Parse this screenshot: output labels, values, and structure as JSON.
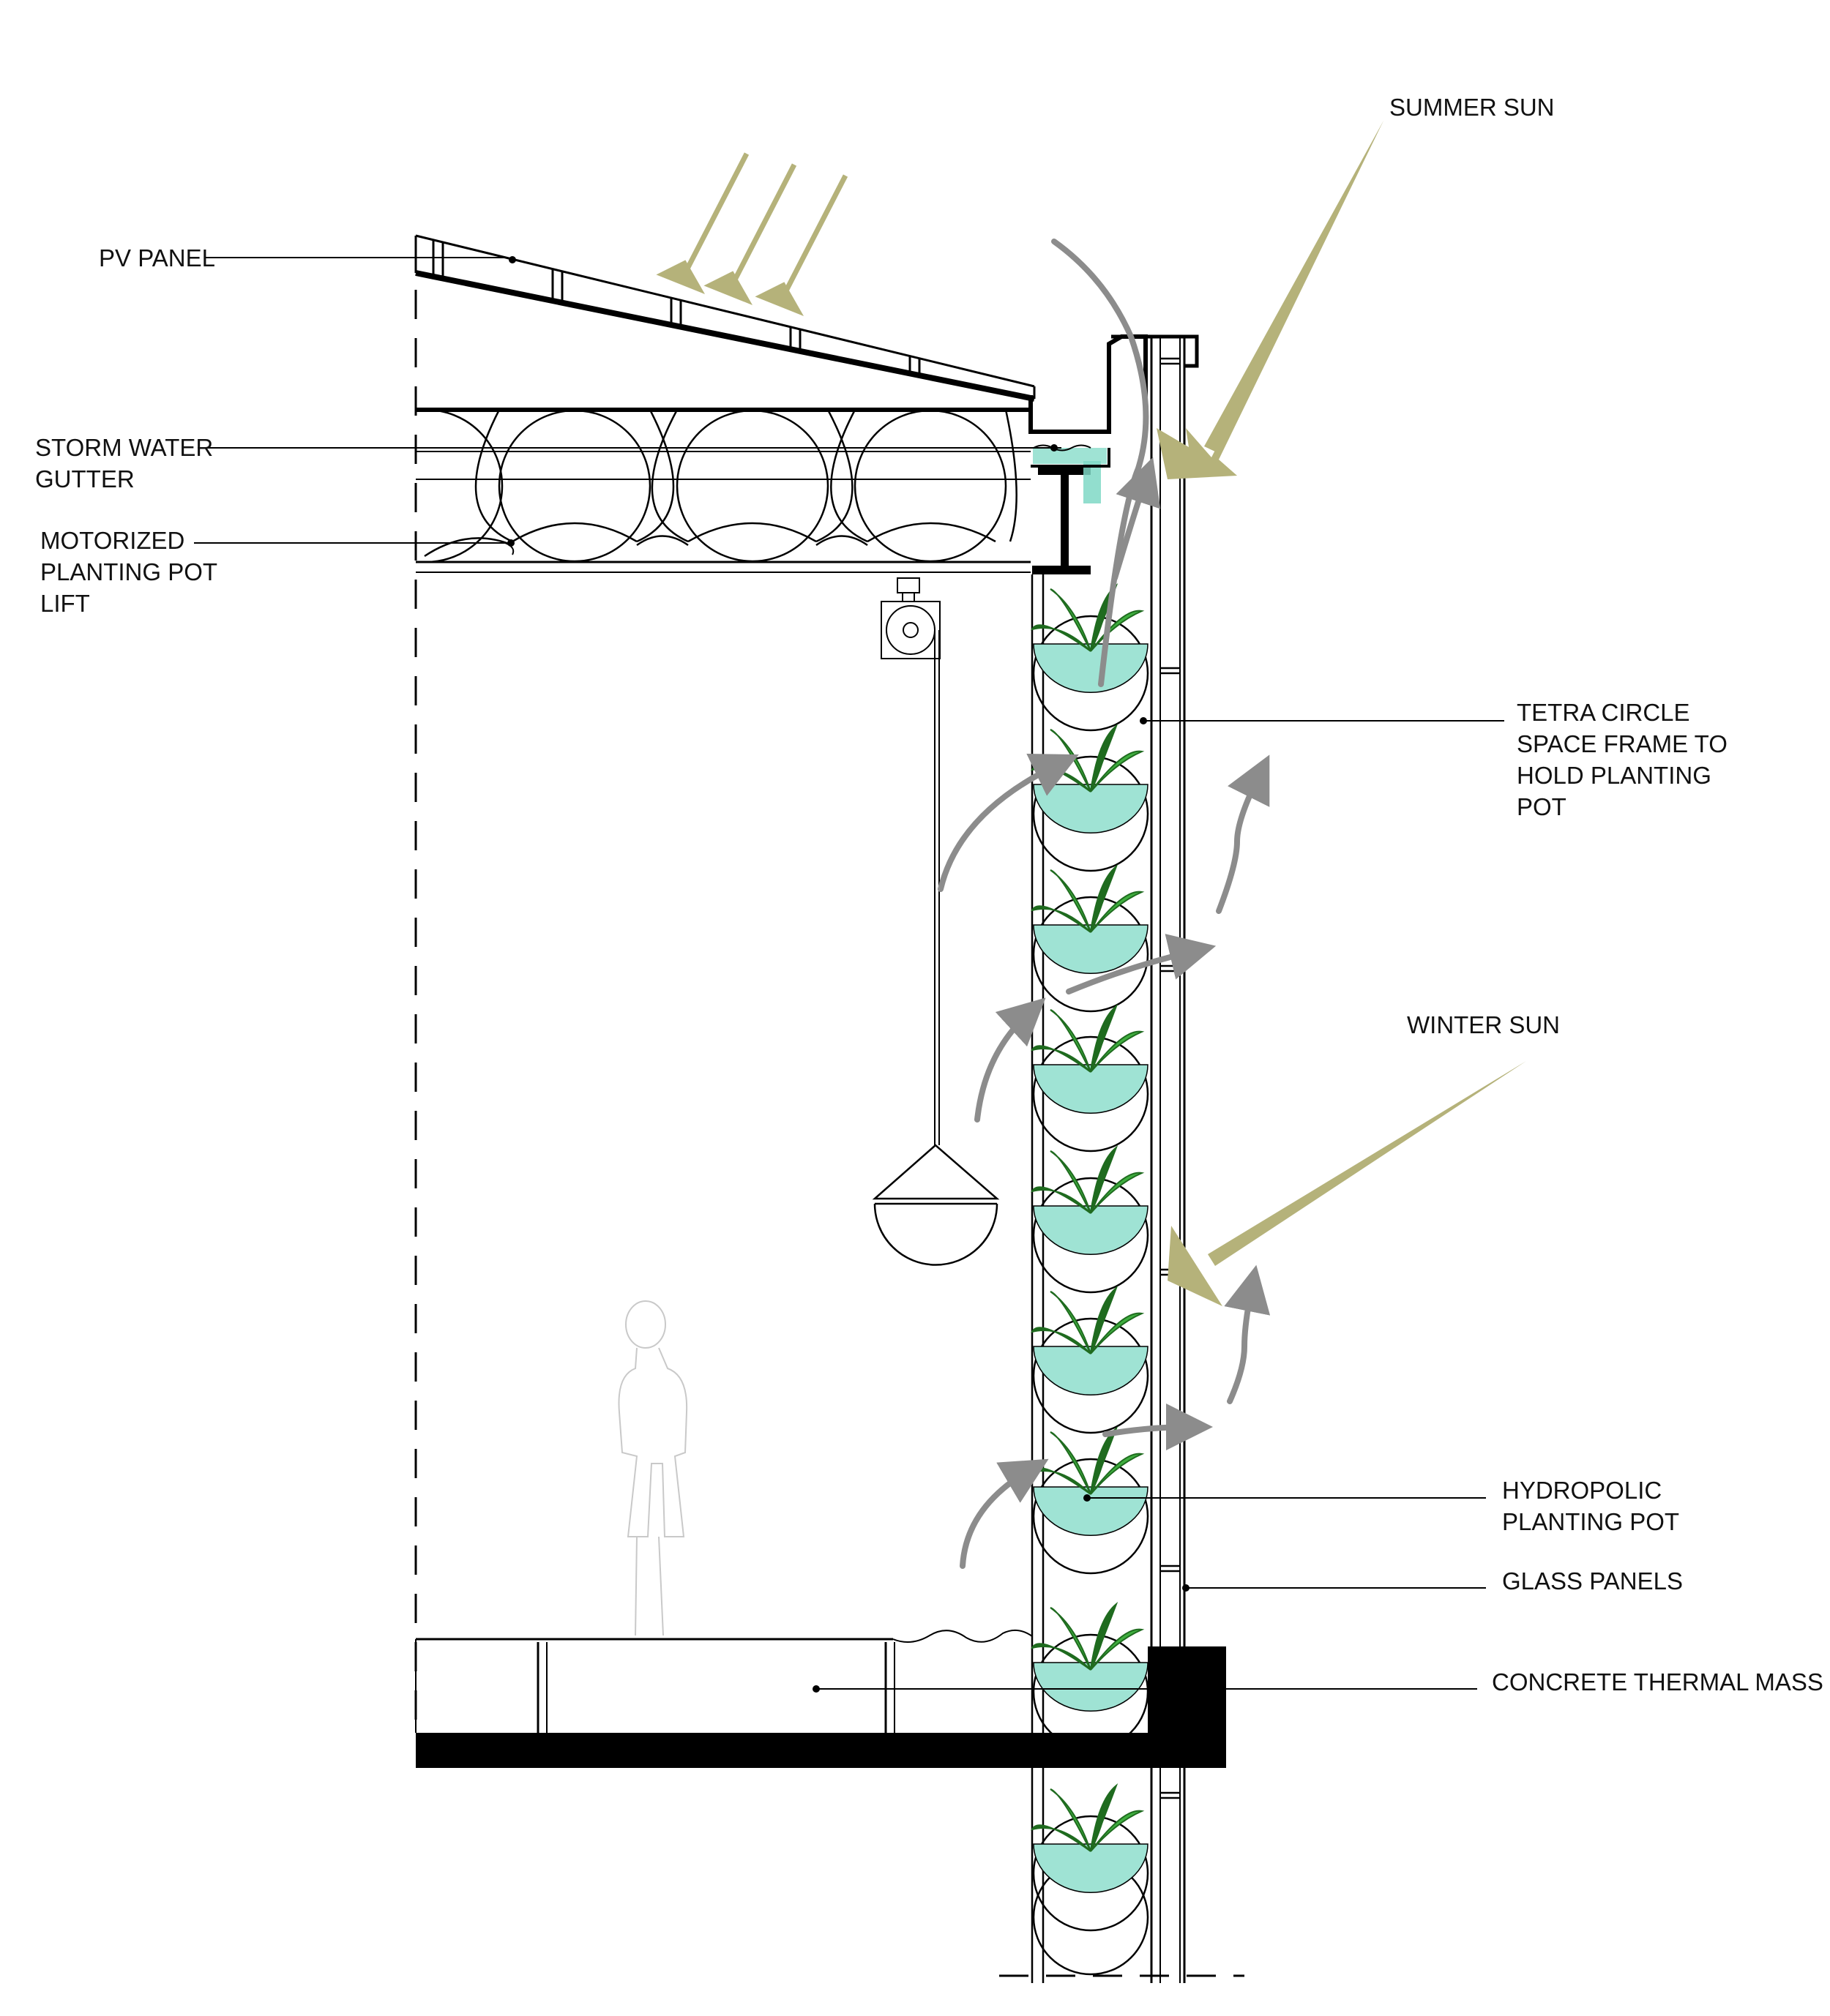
{
  "labels": {
    "pv_panel": "PV PANEL",
    "storm_water_gutter": [
      "STORM WATER",
      "GUTTER"
    ],
    "motorized_lift": [
      "MOTORIZED",
      "PLANTING POT",
      "LIFT"
    ],
    "summer_sun": "SUMMER SUN",
    "tetra_circle": [
      "TETRA CIRCLE",
      "SPACE FRAME TO",
      "HOLD PLANTING",
      "POT"
    ],
    "winter_sun": "WINTER SUN",
    "hydropolic_pot": [
      "HYDROPOLIC",
      "PLANTING POT"
    ],
    "glass_panels": "GLASS PANELS",
    "concrete_mass": "CONCRETE THERMAL MASS"
  },
  "colors": {
    "sun_arrow": "#b5b27a",
    "air_arrow": "#8c8c8c",
    "water": "#9fe3d4",
    "leaf_dark": "#1f6b1f",
    "leaf_light": "#3fae3f",
    "line": "#000000"
  }
}
